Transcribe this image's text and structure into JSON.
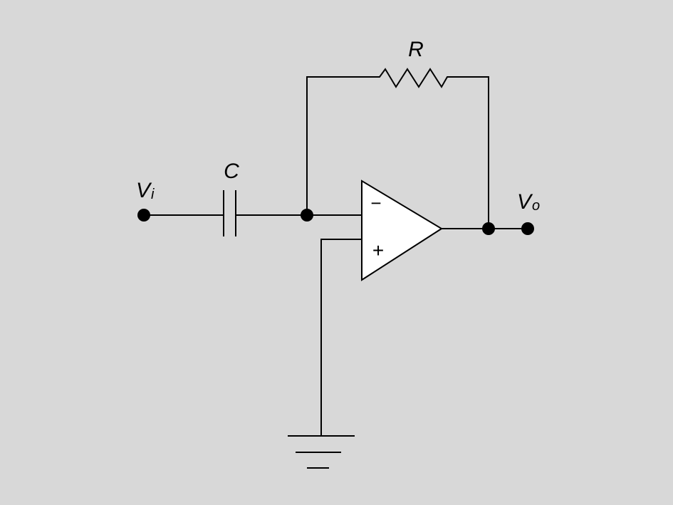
{
  "diagram": {
    "labels": {
      "input_main": "V",
      "input_sub": "i",
      "output_main": "V",
      "output_sub": "o",
      "capacitor": "C",
      "resistor": "R"
    },
    "opamp": {
      "inverting_sign": "−",
      "noninverting_sign": "+"
    }
  }
}
